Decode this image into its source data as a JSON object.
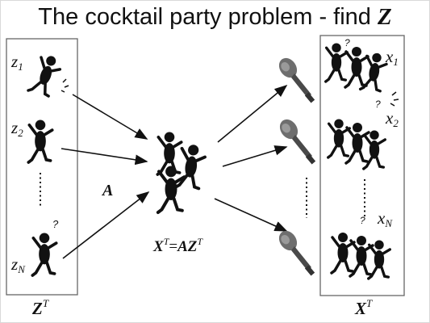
{
  "title": {
    "text": "The cocktail party problem - find ",
    "var": "Z"
  },
  "sources": {
    "labels": [
      {
        "name": "z",
        "sub": "1"
      },
      {
        "name": "z",
        "sub": "2"
      },
      {
        "name": "z",
        "sub": "N"
      }
    ],
    "box_label": {
      "var": "Z",
      "sup": "T"
    }
  },
  "mixing": {
    "label": "A"
  },
  "mixture": {
    "lhs": "X",
    "lhs_sup": "T",
    "eq": "=",
    "rhs": "AZ",
    "rhs_sup": "T"
  },
  "observed": {
    "labels": [
      {
        "name": "x",
        "sub": "1"
      },
      {
        "name": "x",
        "sub": "2"
      },
      {
        "name": "x",
        "sub": "N"
      }
    ],
    "box_label": {
      "var": "X",
      "sup": "T"
    }
  },
  "question_mark": "?",
  "colors": {
    "figure": "#111111",
    "microphone": "#555555",
    "box": "#666666"
  }
}
